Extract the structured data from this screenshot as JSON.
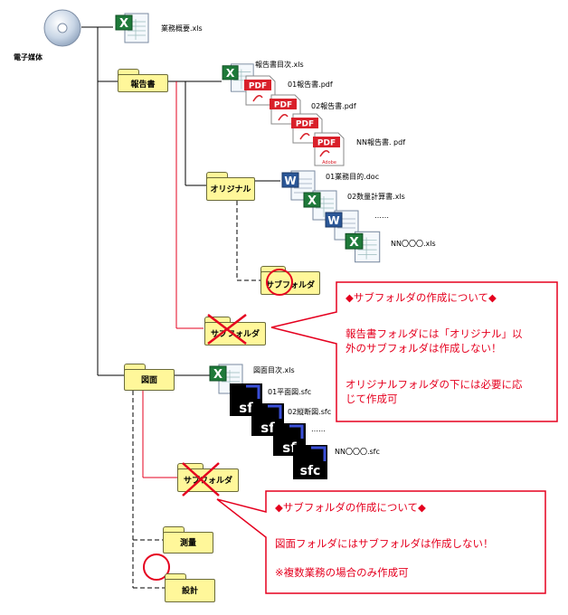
{
  "root": {
    "label": "電子媒体",
    "icon": "cd-disc-icon"
  },
  "items": {
    "gyomu_gaiyo": "業務概要.xls",
    "houkokusho_folder": "報告書",
    "houkoku_mokuji": "報告書目次.xls",
    "pdf01": "01報告書.pdf",
    "pdf02": "02報告書.pdf",
    "pdfNN": "NN報告書. pdf",
    "original_folder": "オリジナル",
    "doc01": "01業務目的.doc",
    "xls02": "02数量計算書.xls",
    "ellipsis1": "……",
    "xlsNN": "NN〇〇〇.xls",
    "sub_folder_ok": "サブフォルダ",
    "sub_folder_ng1": "サブフォルダ",
    "zumen_folder": "図面",
    "zumen_mokuji": "図面目次.xls",
    "sfc01": "01平面図.sfc",
    "sfc02": "02縦断図.sfc",
    "ellipsis2": "……",
    "sfcNN": "NN〇〇〇.sfc",
    "sub_folder_ng2": "サブフォルダ",
    "sokuryo_folder": "測量",
    "sekkei_folder": "設計"
  },
  "icons": {
    "pdf_text": "PDF",
    "pdf_brand": "Adobe",
    "sfc_text": "sfc",
    "sf_text": "sf"
  },
  "callout1": {
    "title": "◆サブフォルダの作成について◆",
    "line1": "報告書フォルダには「オリジナル」以",
    "line2": "外のサブフォルダは作成しない！",
    "line3": "オリジナルフォルダの下には必要に応",
    "line4": "じて作成可"
  },
  "callout2": {
    "title": "◆サブフォルダの作成について◆",
    "line1": "図面フォルダにはサブフォルダは作成しない！",
    "line2": "※複数業務の場合のみ作成可"
  },
  "colors": {
    "red": "#e5001f",
    "folder": "#fff79a"
  }
}
